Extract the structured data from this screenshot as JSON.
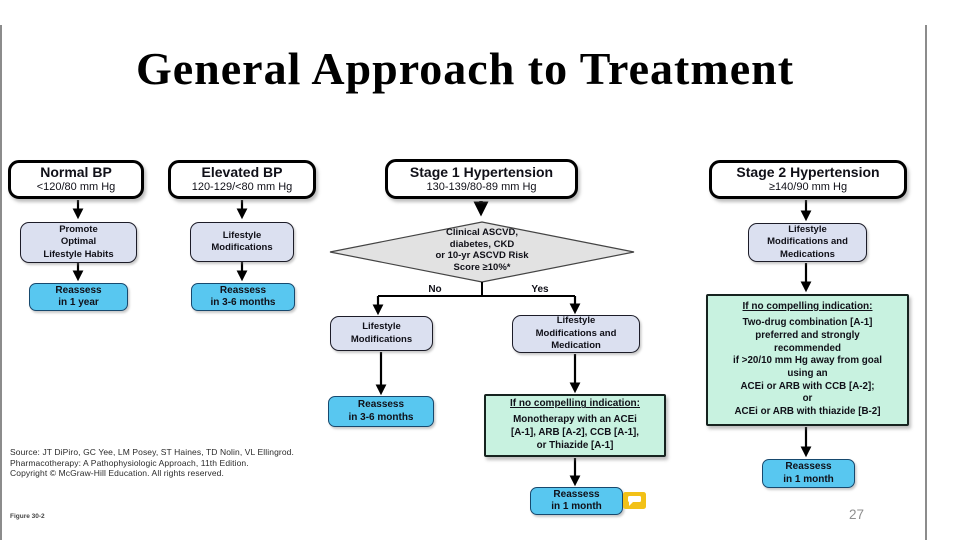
{
  "title": "General Approach to Treatment",
  "columns": {
    "normal": {
      "header": {
        "title": "Normal BP",
        "subtitle": "<120/80 mm Hg"
      },
      "step": "Promote\nOptimal\nLifestyle Habits",
      "reassess": "Reassess\nin 1 year"
    },
    "elevated": {
      "header": {
        "title": "Elevated BP",
        "subtitle": "120-129/<80 mm Hg"
      },
      "step": "Lifestyle\nModifications",
      "reassess": "Reassess\nin 3-6 months"
    },
    "stage1": {
      "header": {
        "title": "Stage 1 Hypertension",
        "subtitle": "130-139/80-89 mm Hg"
      },
      "decision": "Clinical ASCVD,\ndiabetes, CKD\nor 10-yr ASCVD Risk\nScore ≥10%*",
      "no_label": "No",
      "yes_label": "Yes",
      "no_step": "Lifestyle\nModifications",
      "no_reassess": "Reassess\nin 3-6 months",
      "yes_step": "Lifestyle\nModifications and\nMedication",
      "indication_heading": "If no compelling indication:",
      "indication_body": "Monotherapy with an ACEi\n[A-1], ARB [A-2], CCB [A-1],\nor Thiazide [A-1]",
      "yes_reassess": "Reassess\nin 1 month"
    },
    "stage2": {
      "header": {
        "title": "Stage 2 Hypertension",
        "subtitle": "≥140/90 mm Hg"
      },
      "step": "Lifestyle\nModifications and\nMedications",
      "indication_heading": "If no compelling indication:",
      "indication_body": "Two-drug combination [A-1]\npreferred and strongly\nrecommended\nif >20/10 mm Hg away from goal\nusing an\nACEi or ARB with CCB [A-2];\nor\nACEi or ARB with thiazide [B-2]",
      "reassess": "Reassess\nin 1 month"
    }
  },
  "footer": {
    "source": "Source: JT DiPiro, GC Yee, LM Posey, ST Haines, TD Nolin, VL Ellingrod.\nPharmacotherapy: A Pathophysiologic Approach, 11th Edition.\nCopyright © McGraw-Hill Education. All rights reserved.",
    "figure_label": "Figure 30-2",
    "page_number": "27"
  },
  "icons": {
    "comment": "speech-bubble-comment-marker"
  },
  "colors": {
    "reassess_blue": "#58c7f0",
    "step_lavender": "#dbe0f0",
    "indication_mint": "#c8f2e0",
    "decision_gray": "#e2e2e2",
    "comment_yellow": "#f2c117"
  }
}
